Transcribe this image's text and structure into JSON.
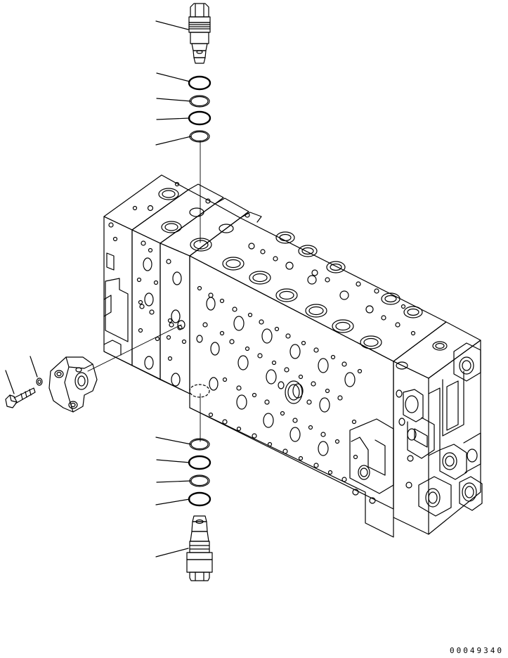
{
  "drawing": {
    "reference_number": "00049340",
    "line_color": "#000000",
    "background": "#ffffff"
  },
  "parts": [
    "upper-relief-valve",
    "upper-o-ring-1",
    "upper-backup-ring-1",
    "upper-o-ring-2",
    "upper-backup-ring-2",
    "control-valve-body",
    "cover",
    "bolt",
    "washer",
    "lower-backup-ring-1",
    "lower-o-ring-1",
    "lower-backup-ring-2",
    "lower-o-ring-2",
    "lower-relief-valve"
  ]
}
